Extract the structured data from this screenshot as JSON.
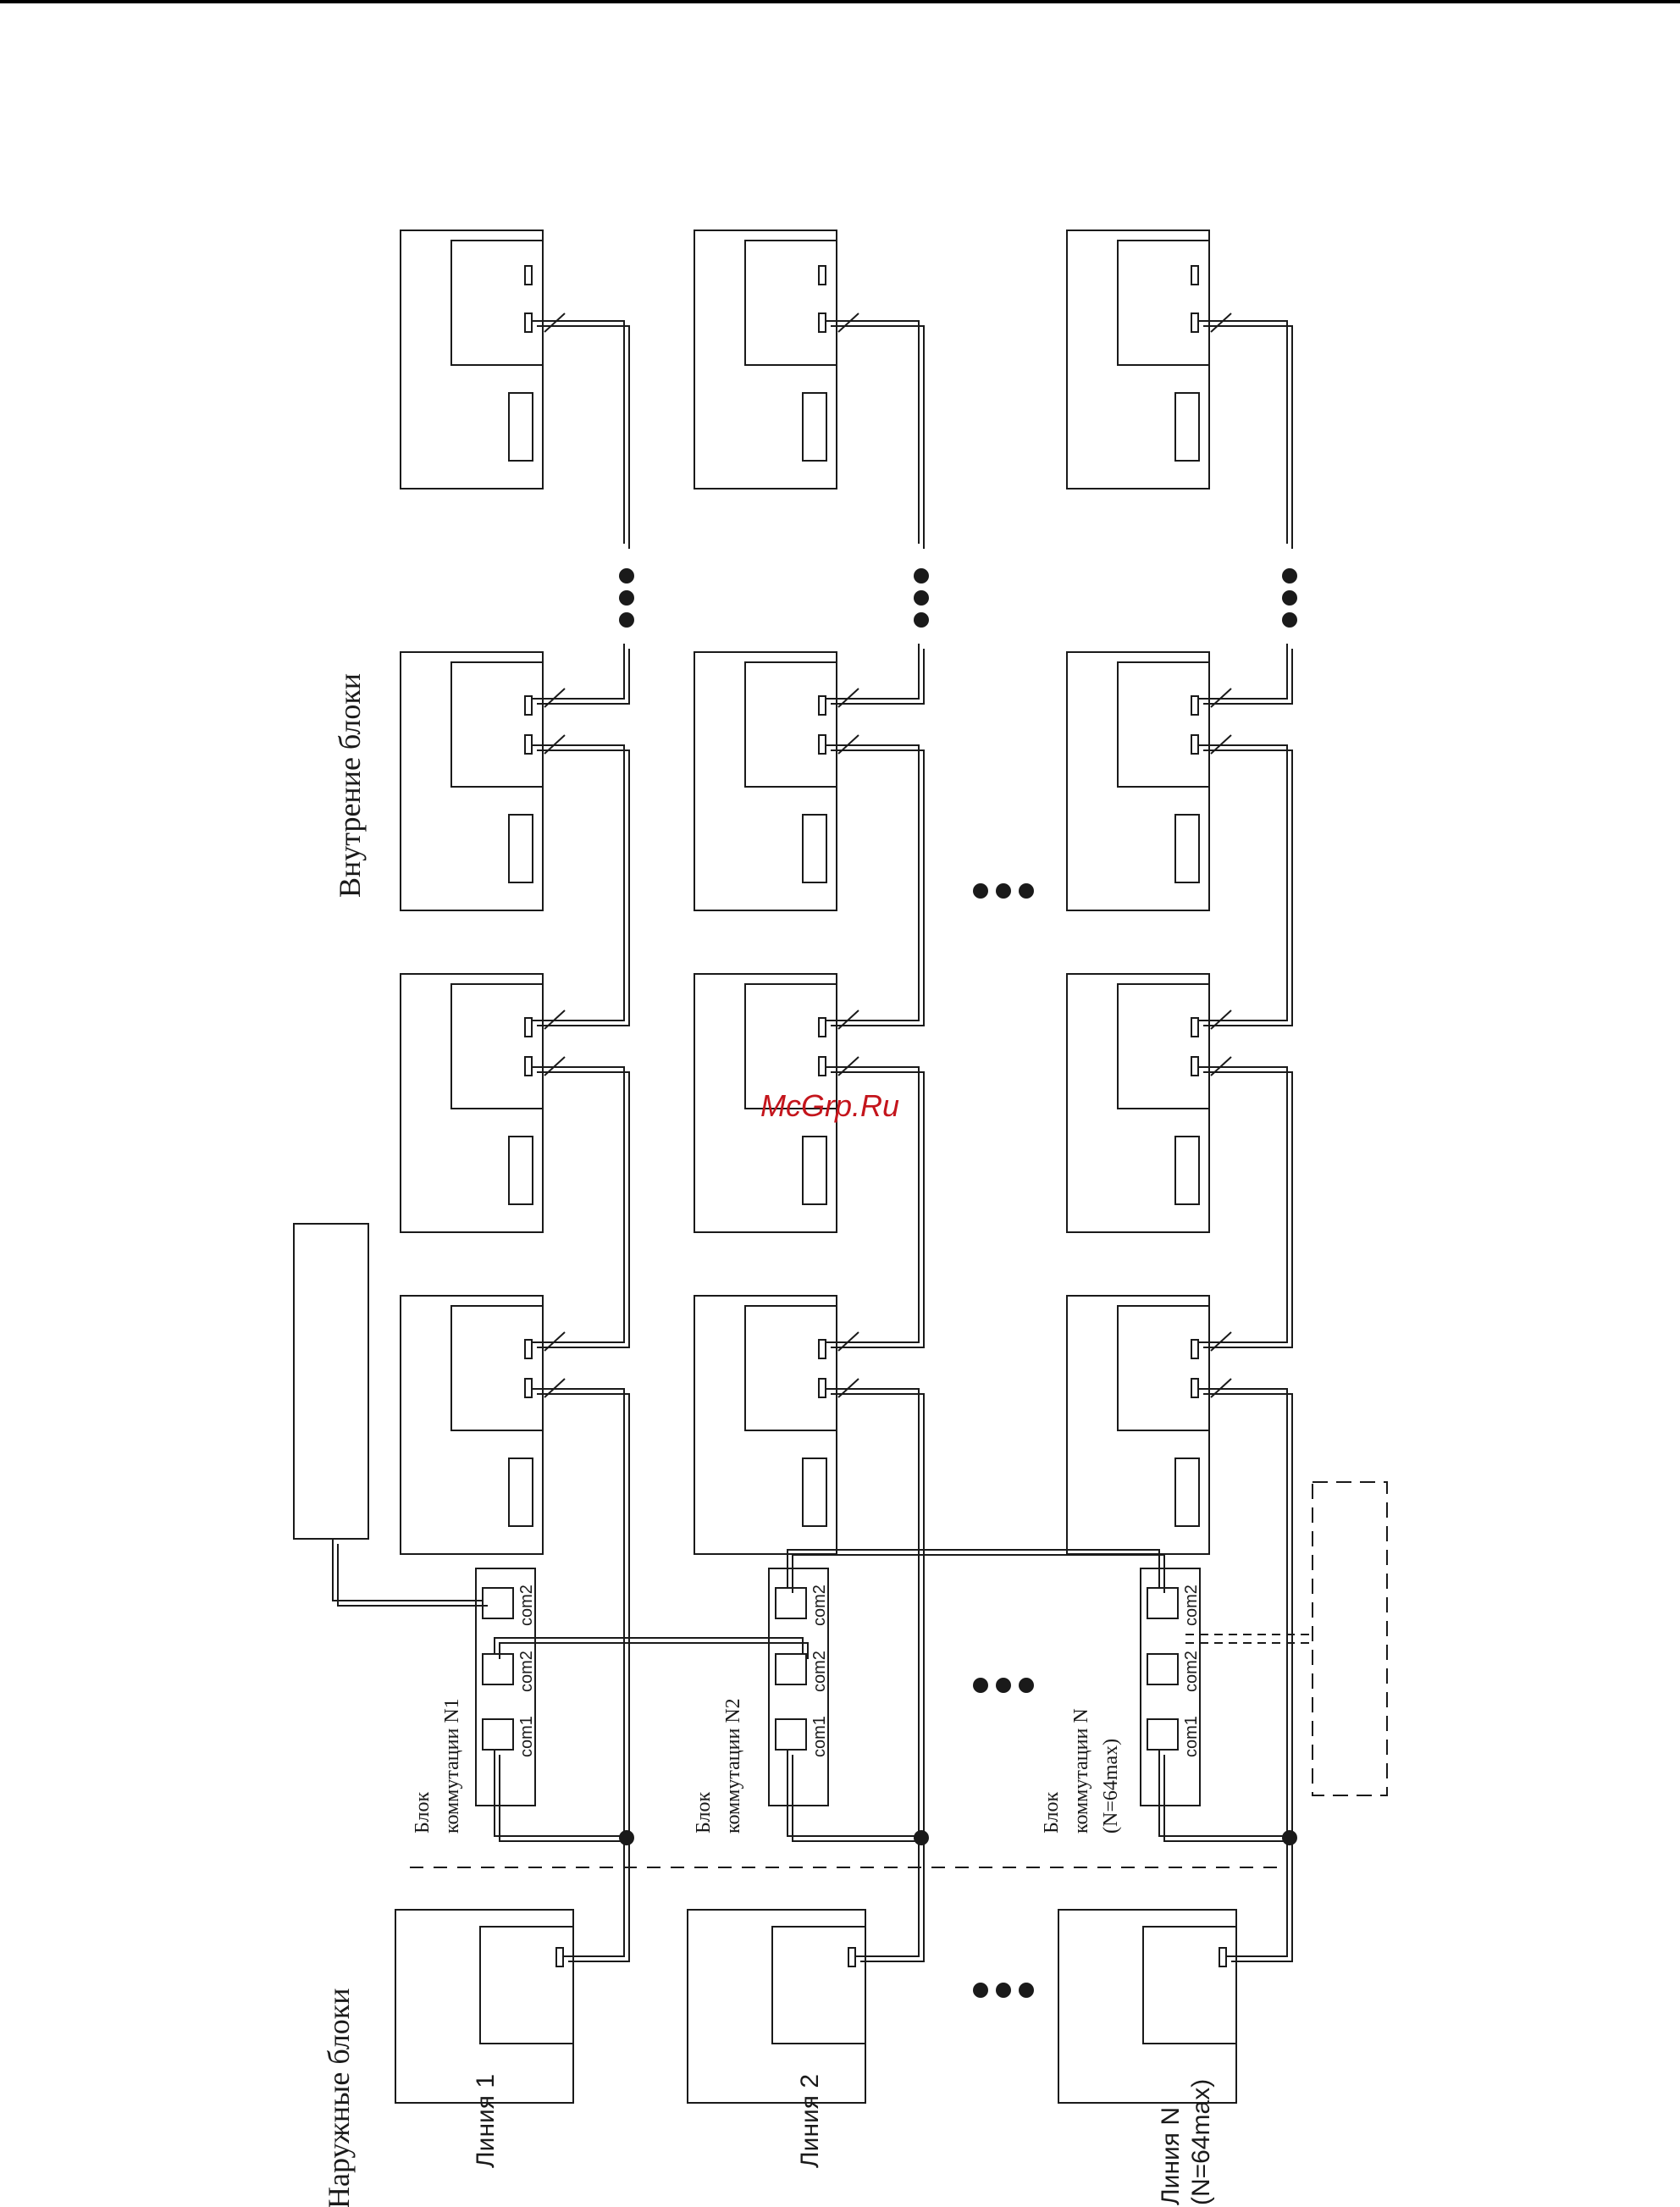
{
  "labels": {
    "indoor_units": "Внутрение блоки",
    "outdoor_units": "Наружные блоки",
    "line1": "Линия 1",
    "line2": "Линия 2",
    "lineN_a": "Линия N",
    "lineN_b": "(N=64max)",
    "switch1_a": "Блок",
    "switch1_b": "коммутации N1",
    "switch2_a": "Блок",
    "switch2_b": "коммутации N2",
    "switchN_a": "Блок",
    "switchN_b": "коммутации N",
    "switchN_c": "(N=64max)",
    "port_com1": "com1",
    "port_com2": "com2",
    "watermark": "McGrp.Ru"
  },
  "colors": {
    "line": "#1a1a1a",
    "watermark": "#c4151c"
  }
}
